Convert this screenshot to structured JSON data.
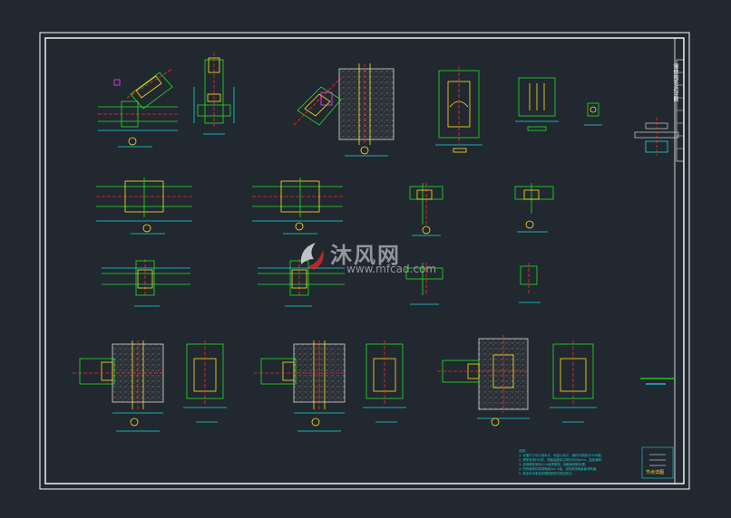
{
  "watermark": {
    "brand": "沐风网",
    "url": "www.mfcad.com"
  },
  "title_block": {
    "drawing_title": "钢结构节点详图",
    "label": "节点详图"
  },
  "notes": {
    "heading": "说明：",
    "lines": [
      "1. 本图尺寸均以毫米计，标高以米计，钢材均采用Q345B钢。",
      "2. 焊条采用E50型，焊缝高度除注明外均为8mm，连续满焊。",
      "3. 高强螺栓采用10.9级摩擦型，接触面喷砂处理。",
      "4. 所有钢构件除锈等级Sa2.5级，涂防锈漆两道面漆两道。",
      "5. 其余未尽事宜参照国家现行规范执行。"
    ]
  },
  "colors": {
    "background": "#212830",
    "frame": "#ffffff",
    "steel": "#22e022",
    "concrete": "#d8d8d8",
    "axis": "#ff2828",
    "dimension": "#18d8d8",
    "weld": "#ffe020",
    "annotation": "#ff40ff"
  }
}
